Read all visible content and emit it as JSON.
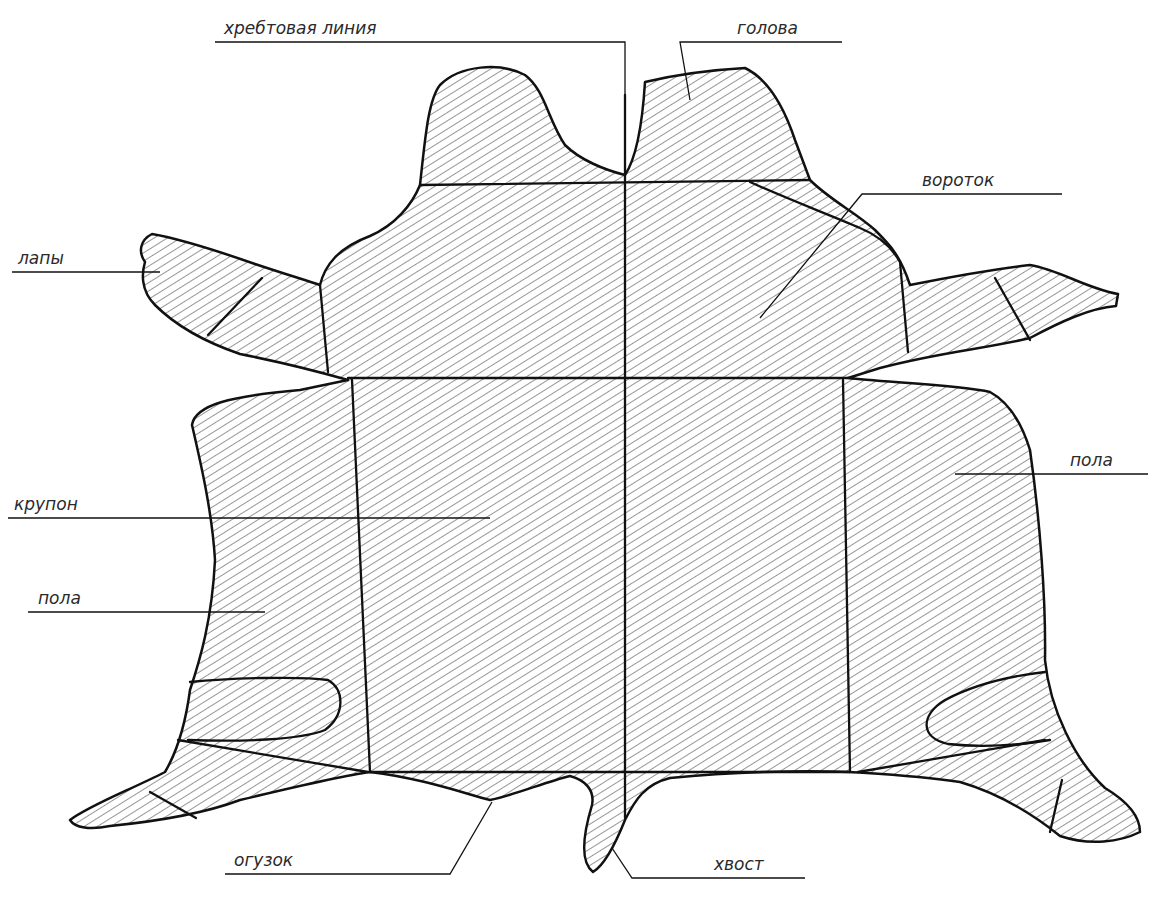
{
  "diagram": {
    "labels": [
      "хребтовая линия",
      "голова",
      "вороток",
      "лапы",
      "пола",
      "крупон",
      "пола",
      "огузок",
      "хвост"
    ]
  }
}
